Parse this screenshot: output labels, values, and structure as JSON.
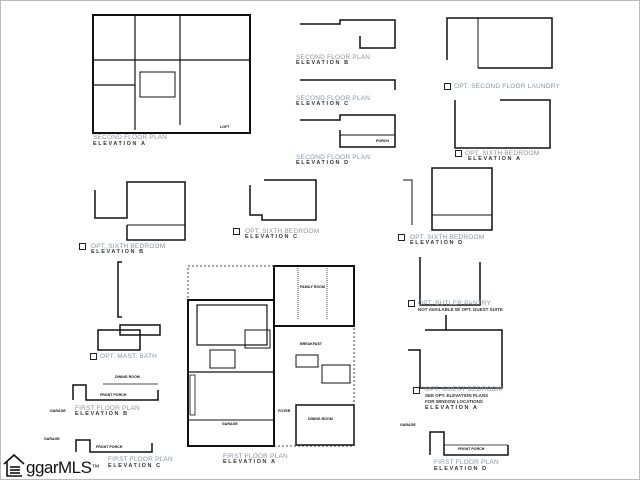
{
  "captions": [
    {
      "title": "SECOND FLOOR PLAN",
      "sub": "ELEVATION  A"
    },
    {
      "title": "SECOND FLOOR PLAN",
      "sub": "ELEVATION  B"
    },
    {
      "title": "SECOND FLOOR PLAN",
      "sub": "ELEVATION  C"
    },
    {
      "title": "SECOND FLOOR PLAN",
      "sub": "ELEVATION  D"
    },
    {
      "title": "OPT. SECOND FLOOR LAUNDRY"
    },
    {
      "title": "OPT. SIXTH BEDROOM",
      "sub": "ELEVATION  A"
    },
    {
      "title": "OPT. SIXTH BEDROOM",
      "sub": "ELEVATION  B"
    },
    {
      "title": "OPT. SIXTH BEDROOM",
      "sub": "ELEVATION  C"
    },
    {
      "title": "OPT. SIXTH BEDROOM",
      "sub": "ELEVATION  D"
    },
    {
      "title": "OPT. MAST. BATH"
    },
    {
      "title": "OPT. BUTLER PANTRY",
      "note": "NOT AVAILABLE W/ OPT. GUEST SUITE"
    },
    {
      "title": "OPT. GUEST BEDROOM",
      "note": "SEE OPT. ELEVATION PLANS",
      "note2": "FOR WINDOW LOCATIONS",
      "sub": "ELEVATION  A"
    },
    {
      "title": "FIRST FLOOR PLAN",
      "sub": "ELEVATION  B"
    },
    {
      "title": "FIRST FLOOR PLAN",
      "sub": "ELEVATION  A"
    },
    {
      "title": "FIRST FLOOR PLAN",
      "sub": "ELEVATION  C"
    },
    {
      "title": "FIRST FLOOR PLAN",
      "sub": "ELEVATION  D"
    }
  ],
  "rooms": {
    "garage": "GARAGE",
    "front_porch": "FRONT PORCH",
    "dining_room": "DINING ROOM",
    "foyer": "FOYER",
    "family_room": "FAMILY ROOM",
    "breakfast": "BREAKFAST",
    "loft": "LOFT",
    "porch": "PORCH"
  },
  "logo": {
    "text": "ggarMLS",
    "tm": "™"
  },
  "colors": {
    "caption": "#8a96a6",
    "lines": "#111111"
  }
}
